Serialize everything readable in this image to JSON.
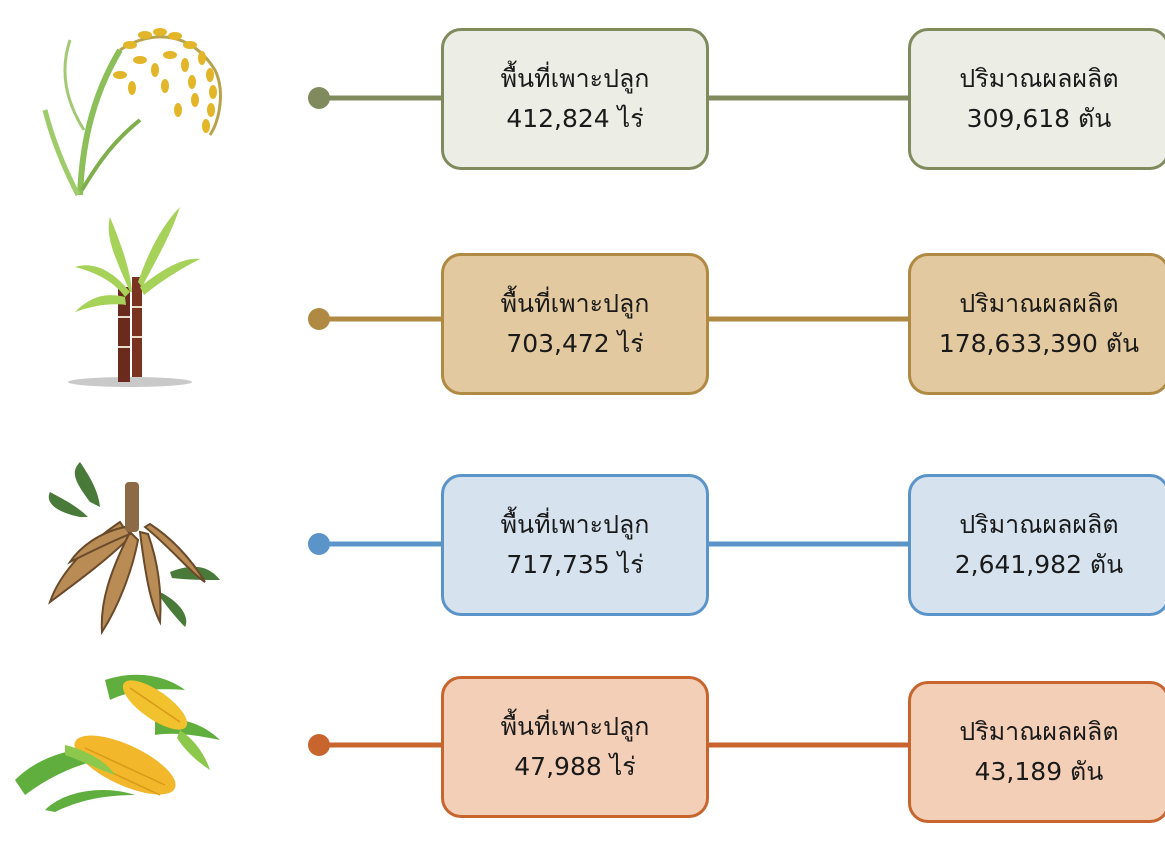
{
  "crops": [
    {
      "icon": "rice-plant-icon",
      "area_label": "พื้นที่เพาะปลูก",
      "area_value": "412,824 ไร่",
      "production_label": "ปริมาณผลผลิต",
      "production_value": "309,618 ตัน",
      "color": "#7f8b5c",
      "fill": "#eceee6"
    },
    {
      "icon": "sugarcane-icon",
      "area_label": "พื้นที่เพาะปลูก",
      "area_value": "703,472 ไร่",
      "production_label": "ปริมาณผลผลิต",
      "production_value": "178,633,390 ตัน",
      "color": "#b08a43",
      "fill": "#e3c99f"
    },
    {
      "icon": "cassava-root-icon",
      "area_label": "พื้นที่เพาะปลูก",
      "area_value": "717,735 ไร่",
      "production_label": "ปริมาณผลผลิต",
      "production_value": "2,641,982 ตัน",
      "color": "#5b94c9",
      "fill": "#d6e3ef"
    },
    {
      "icon": "corn-icon",
      "area_label": "พื้นที่เพาะปลูก",
      "area_value": "47,988 ไร่",
      "production_label": "ปริมาณผลผลิต",
      "production_value": "43,189 ตัน",
      "color": "#c8652f",
      "fill": "#f3cfb7"
    }
  ]
}
